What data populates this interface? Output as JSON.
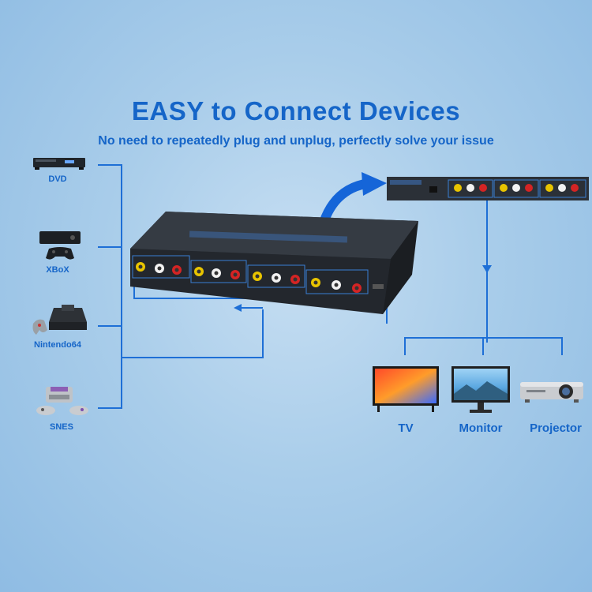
{
  "title": "EASY to Connect Devices",
  "subtitle": "No need to repeatedly plug and unplug, perfectly solve your issue",
  "inputs": [
    {
      "label": "DVD",
      "icon": "dvd-player-icon"
    },
    {
      "label": "XBoX",
      "icon": "xbox-console-icon"
    },
    {
      "label": "Nintendo64",
      "icon": "nintendo64-console-icon"
    },
    {
      "label": "SNES",
      "icon": "snes-console-icon"
    }
  ],
  "outputs": [
    {
      "label": "TV",
      "icon": "tv-icon"
    },
    {
      "label": "Monitor",
      "icon": "monitor-icon"
    },
    {
      "label": "Projector",
      "icon": "projector-icon"
    }
  ],
  "colors": {
    "accent": "#1565c8",
    "line": "#1e6fd6",
    "device": "#2a2f36"
  }
}
